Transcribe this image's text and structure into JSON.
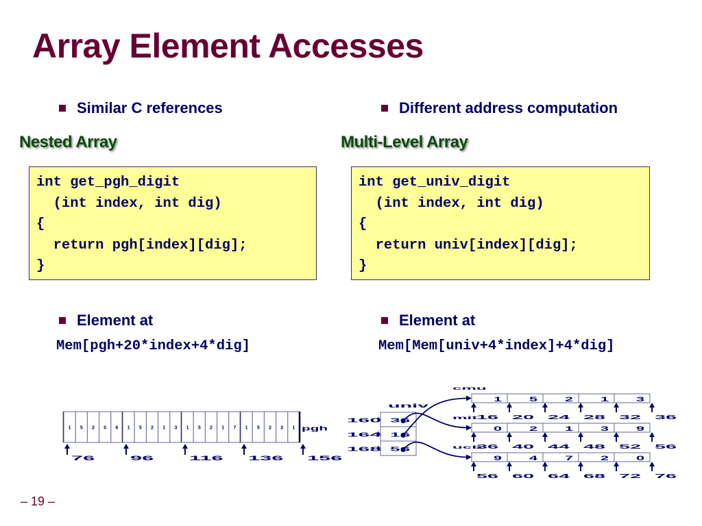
{
  "slide": {
    "title": "Array Element Accesses",
    "page_number": "– 19 –"
  },
  "left": {
    "bullet": "Similar C references",
    "heading": "Nested Array",
    "code": [
      "int get_pgh_digit",
      "  (int index, int dig)",
      "{",
      "  return pgh[index][dig];",
      "}"
    ],
    "element_bullet": "Element at",
    "address_expr": "Mem[pgh+20*index+4*dig]",
    "diagram": {
      "array_label": "pgh",
      "row_addresses": [
        "76",
        "96",
        "116",
        "136",
        "156"
      ],
      "rows": [
        [
          "1",
          "5",
          "2",
          "0",
          "6"
        ],
        [
          "1",
          "5",
          "2",
          "1",
          "3"
        ],
        [
          "1",
          "5",
          "2",
          "1",
          "7"
        ],
        [
          "1",
          "5",
          "2",
          "2",
          "1"
        ]
      ]
    }
  },
  "right": {
    "bullet": "Different address computation",
    "heading": "Multi-Level Array",
    "code": [
      "int get_univ_digit",
      "  (int index, int dig)",
      "{",
      "  return univ[index][dig];",
      "}"
    ],
    "element_bullet": "Element at",
    "address_expr": "Mem[Mem[univ+4*index]+4*dig]",
    "diagram": {
      "pointer_array_label": "univ",
      "pointer_addresses": [
        "160",
        "164",
        "168"
      ],
      "pointer_values": [
        "36",
        "16",
        "56"
      ],
      "arrays": [
        {
          "name": "cmu",
          "values": [
            "1",
            "5",
            "2",
            "1",
            "3"
          ],
          "addresses": [
            "16",
            "20",
            "24",
            "28",
            "32",
            "36"
          ]
        },
        {
          "name": "mit",
          "values": [
            "0",
            "2",
            "1",
            "3",
            "9"
          ],
          "addresses": [
            "36",
            "40",
            "44",
            "48",
            "52",
            "56"
          ]
        },
        {
          "name": "ucb",
          "values": [
            "9",
            "4",
            "7",
            "2",
            "0"
          ],
          "addresses": [
            "56",
            "60",
            "64",
            "68",
            "72",
            "76"
          ]
        }
      ]
    }
  }
}
